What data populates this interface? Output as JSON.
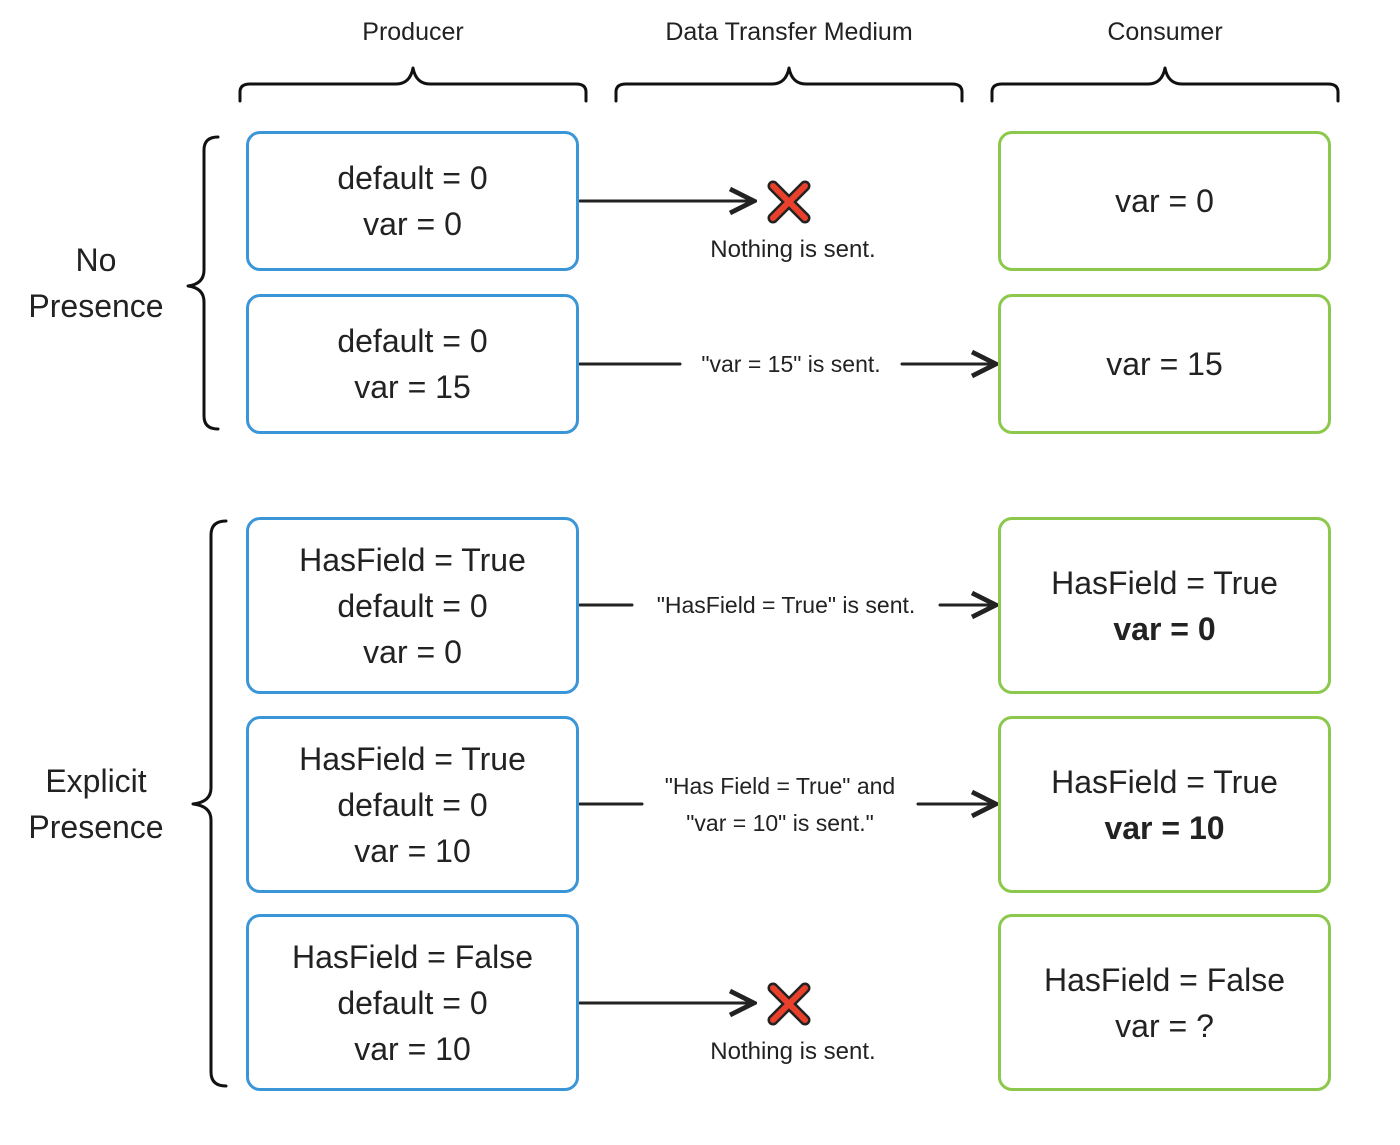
{
  "columns": {
    "producer": "Producer",
    "medium": "Data Transfer Medium",
    "consumer": "Consumer"
  },
  "groups": {
    "no_presence": {
      "line1": "No",
      "line2": "Presence"
    },
    "explicit_presence": {
      "line1": "Explicit",
      "line2": "Presence"
    }
  },
  "rows": [
    {
      "producer": [
        "default = 0",
        "var = 0"
      ],
      "transfer": "Nothing is sent.",
      "consumer": [
        "var = 0"
      ]
    },
    {
      "producer": [
        "default = 0",
        "var = 15"
      ],
      "transfer": "\"var = 15\" is sent.",
      "consumer": [
        "var = 15"
      ]
    },
    {
      "producer": [
        "HasField = True",
        "default = 0",
        "var = 0"
      ],
      "transfer": "\"HasField = True\" is sent.",
      "consumer": [
        "HasField = True",
        "var = 0"
      ]
    },
    {
      "producer": [
        "HasField = True",
        "default = 0",
        "var = 10"
      ],
      "transfer_line1": "\"Has Field = True\" and",
      "transfer_line2": "\"var = 10\" is sent.\"",
      "consumer": [
        "HasField = True",
        "var = 10"
      ]
    },
    {
      "producer": [
        "HasField = False",
        "default = 0",
        "var = 10"
      ],
      "transfer": "Nothing is sent.",
      "consumer": [
        "HasField = False",
        "var = ?"
      ]
    }
  ],
  "colors": {
    "producer_border": "#3b96d8",
    "consumer_border": "#8cc84b",
    "not_sent_mark": "#e8402a",
    "line": "#222222"
  },
  "icons": {
    "not_sent": "x-mark-icon",
    "arrow": "arrow-right-icon"
  }
}
